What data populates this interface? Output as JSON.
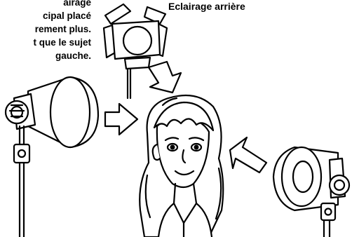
{
  "caption_left": {
    "lines": [
      "airage",
      "cipal placé",
      "rement plus.",
      "t que le sujet",
      "gauche."
    ]
  },
  "caption_right": "Eclairage arrière"
}
